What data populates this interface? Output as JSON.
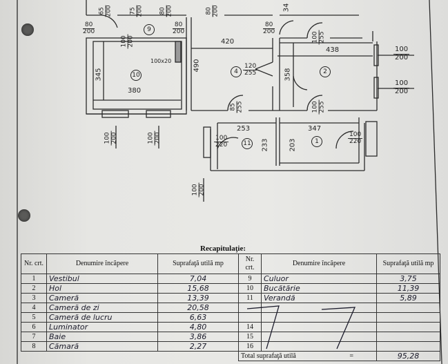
{
  "plan": {
    "rooms": [
      "9",
      "10",
      "4",
      "2",
      "11",
      "1"
    ],
    "dims": {
      "d10_w": "380",
      "d10_h": "345",
      "d10_cabinet": "100x20",
      "d4_w": "420",
      "d4_h": "490",
      "d2_w": "438",
      "d2_h": "358",
      "d11_w": "253",
      "d11_h": "233",
      "d1_w": "347",
      "d1_h": "203",
      "d_top": "34"
    },
    "doors": [
      {
        "top": "65",
        "bottom": "200"
      },
      {
        "top": "75",
        "bottom": "200"
      },
      {
        "top": "80",
        "bottom": "200"
      },
      {
        "top": "80",
        "bottom": "200"
      },
      {
        "top": "80",
        "bottom": "200"
      },
      {
        "top": "80",
        "bottom": "200"
      },
      {
        "top": "100",
        "bottom": "200"
      },
      {
        "top": "80",
        "bottom": "200"
      },
      {
        "top": "120",
        "bottom": "255"
      },
      {
        "top": "100",
        "bottom": "255"
      },
      {
        "top": "85",
        "bottom": "255"
      },
      {
        "top": "100",
        "bottom": "255"
      },
      {
        "top": "100",
        "bottom": "220"
      },
      {
        "top": "100",
        "bottom": "220"
      }
    ],
    "windows": [
      {
        "top": "100",
        "bottom": "200"
      },
      {
        "top": "100",
        "bottom": "200"
      },
      {
        "top": "100",
        "bottom": "200"
      },
      {
        "top": "100",
        "bottom": "200"
      },
      {
        "top": "100",
        "bottom": "200"
      }
    ]
  },
  "recap": {
    "title": "Recapitulaţie:",
    "headers": {
      "nr": "Nr. crt.",
      "name": "Denumire încăpere",
      "area": "Suprafaţă utilă mp"
    },
    "left_rows": [
      {
        "nr": "1",
        "name": "Vestibul",
        "area": "7,04"
      },
      {
        "nr": "2",
        "name": "Hol",
        "area": "15,68"
      },
      {
        "nr": "3",
        "name": "Cameră",
        "area": "13,39"
      },
      {
        "nr": "4",
        "name": "Cameră de zi",
        "area": "20,58"
      },
      {
        "nr": "5",
        "name": "Cameră de lucru",
        "area": "6,63"
      },
      {
        "nr": "6",
        "name": "Luminator",
        "area": "4,80"
      },
      {
        "nr": "7",
        "name": "Baie",
        "area": "3,86"
      },
      {
        "nr": "8",
        "name": "Cămară",
        "area": "2,27"
      }
    ],
    "right_rows": [
      {
        "nr": "9",
        "name": "Culuor",
        "area": "3,75"
      },
      {
        "nr": "10",
        "name": "Bucătărie",
        "area": "11,39"
      },
      {
        "nr": "11",
        "name": "Verandă",
        "area": "5,89"
      },
      {
        "nr": "",
        "name": "",
        "area": ""
      },
      {
        "nr": "",
        "name": "",
        "area": ""
      },
      {
        "nr": "14",
        "name": "",
        "area": ""
      },
      {
        "nr": "15",
        "name": "",
        "area": ""
      },
      {
        "nr": "16",
        "name": "",
        "area": ""
      }
    ],
    "total_label": "Total suprafaţă utilă",
    "total_eq": "=",
    "total_value": "95,28"
  }
}
